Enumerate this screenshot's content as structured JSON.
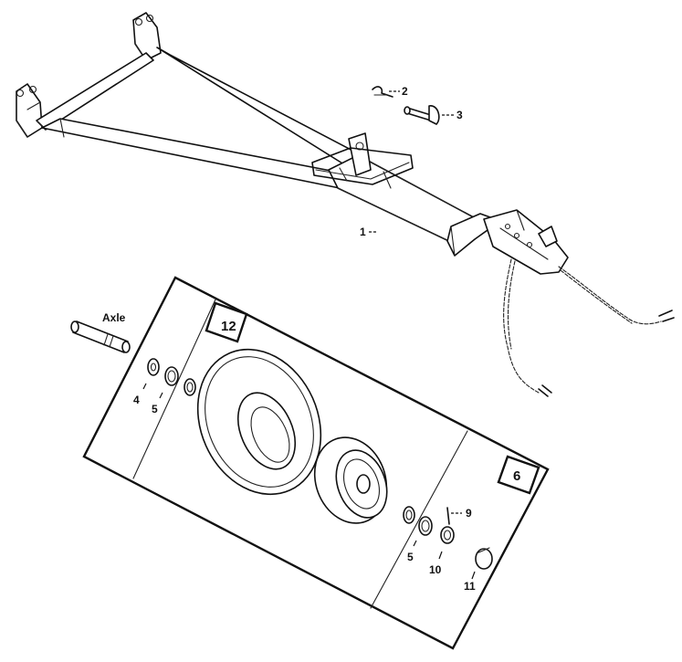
{
  "callouts": {
    "item_1": "1",
    "item_2": "2",
    "item_3": "3",
    "item_4": "4",
    "item_5_left": "5",
    "item_5_right": "5",
    "item_6": "6",
    "item_9": "9",
    "item_10": "10",
    "item_11": "11",
    "item_12": "12"
  },
  "labels": {
    "axle": "Axle"
  },
  "parts_depicted": [
    "tow-frame",
    "hitch-clip",
    "hitch-pin",
    "coupler",
    "safety-chain",
    "axle",
    "washer",
    "bearing",
    "tire",
    "wheel-rim",
    "cotter-pin",
    "castle-nut",
    "hub-cap"
  ]
}
